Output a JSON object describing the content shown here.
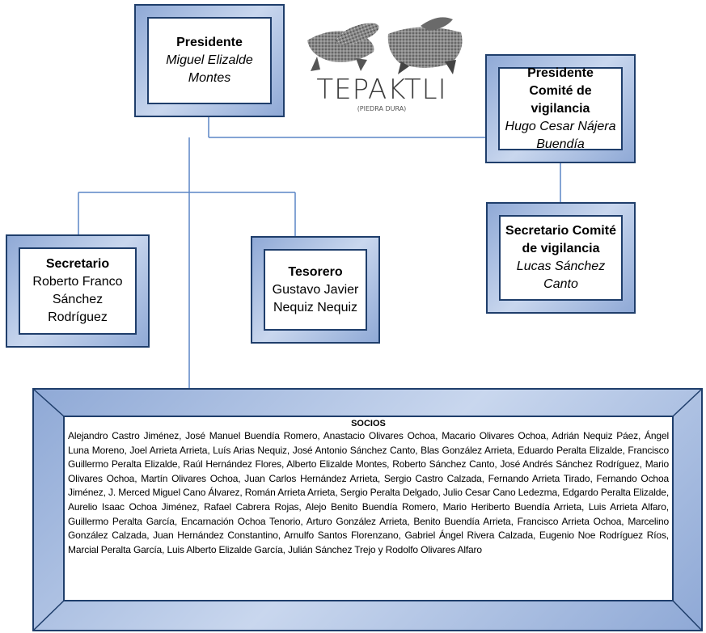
{
  "president": {
    "title": "Presidente",
    "name": "Miguel Elizalde Montes"
  },
  "vigilance_president": {
    "title": "Presidente Comité de vigilancia",
    "name": "Hugo Cesar Nájera Buendía"
  },
  "vigilance_secretary": {
    "title": "Secretario Comité de vigilancia",
    "name": "Lucas Sánchez Canto"
  },
  "secretary": {
    "title": "Secretario",
    "name": "Roberto Franco Sánchez Rodríguez"
  },
  "treasurer": {
    "title": "Tesorero",
    "name": "Gustavo Javier Nequiz Nequiz"
  },
  "logo": {
    "title": "TEPAKTLI",
    "subtitle": "(PIEDRA DURA)"
  },
  "members": {
    "title": "SOCIOS",
    "text": "Alejandro Castro Jiménez, José Manuel Buendía Romero, Anastacio Olivares Ochoa, Macario Olivares Ochoa, Adrián Nequiz Páez, Ángel Luna Moreno, Joel Arrieta Arrieta, Luís Arias Nequiz, José Antonio Sánchez Canto, Blas González Arrieta, Eduardo Peralta Elizalde, Francisco Guillermo Peralta Elizalde, Raúl Hernández Flores, Alberto Elizalde Montes, Roberto Sánchez Canto, José Andrés Sánchez Rodríguez, Mario Olivares Ochoa, Martín Olivares Ochoa, Juan Carlos Hernández Arrieta, Sergio Castro Calzada, Fernando Arrieta Tirado, Fernando Ochoa Jiménez, J. Merced Miguel Cano Álvarez, Román Arrieta Arrieta, Sergio Peralta Delgado, Julio Cesar Cano Ledezma, Edgardo Peralta Elizalde, Aurelio Isaac Ochoa Jiménez, Rafael Cabrera Rojas, Alejo Benito Buendía Romero, Mario Heriberto Buendía Arrieta, Luis Arrieta Alfaro, Guillermo Peralta García, Encarnación Ochoa Tenorio, Arturo González Arrieta, Benito Buendía Arrieta, Francisco Arrieta Ochoa, Marcelino González Calzada, Juan Hernández Constantino, Arnulfo Santos Florenzano, Gabriel Ángel Rivera Calzada, Eugenio Noe Rodríguez Ríos, Marcial Peralta García, Luis Alberto Elizalde García, Julián Sánchez Trejo y Rodolfo Olivares Alfaro"
  },
  "colors": {
    "frame": "#8FA9D6",
    "border": "#1F3E6B",
    "connector": "#5B86C5"
  }
}
